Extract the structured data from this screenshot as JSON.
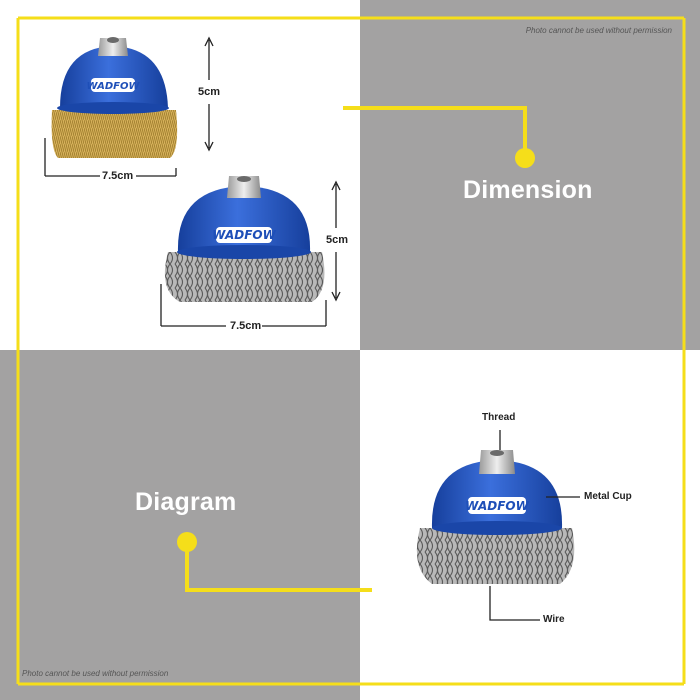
{
  "notice": {
    "top": "Photo cannot be used without permission",
    "bottom": "Photo cannot be used without permission"
  },
  "sections": {
    "dimension": "Dimension",
    "diagram": "Diagram"
  },
  "brand": "WADFOW",
  "products": {
    "brass_brush": {
      "height": "5cm",
      "width": "7.5cm"
    },
    "steel_brush": {
      "height": "5cm",
      "width": "7.5cm"
    }
  },
  "diagram_parts": {
    "thread": "Thread",
    "metal_cup": "Metal Cup",
    "wire": "Wire"
  },
  "colors": {
    "accent": "#f5de1a",
    "panel_gray": "#a3a2a2",
    "cup_blue": "#2458c8",
    "brass": "#d3ad57",
    "steel": "#b3b3b3"
  }
}
